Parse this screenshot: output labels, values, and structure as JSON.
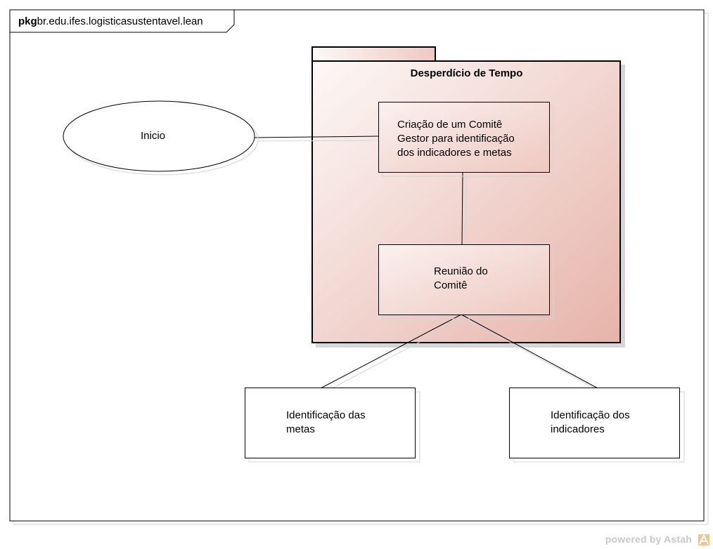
{
  "frame": {
    "keyword": "pkg",
    "name": "br.edu.ifes.logisticasustentavel.lean"
  },
  "package": {
    "name": "Desperdício de Tempo"
  },
  "nodes": {
    "inicio": "Inicio",
    "criacao": "Criação de um Comitê\nGestor para identificação\ndos indicadores e metas",
    "reuniao": "Reunião do\nComitê",
    "metas": "Identificação das\nmetas",
    "indicadores": "Identificação dos\nindicadores"
  },
  "watermark": "powered by Astah",
  "colors": {
    "package_light": "#fbf3f2",
    "package_dark": "#e6b5ab",
    "stroke": "#000000",
    "shadow": "#d9d9d9"
  }
}
